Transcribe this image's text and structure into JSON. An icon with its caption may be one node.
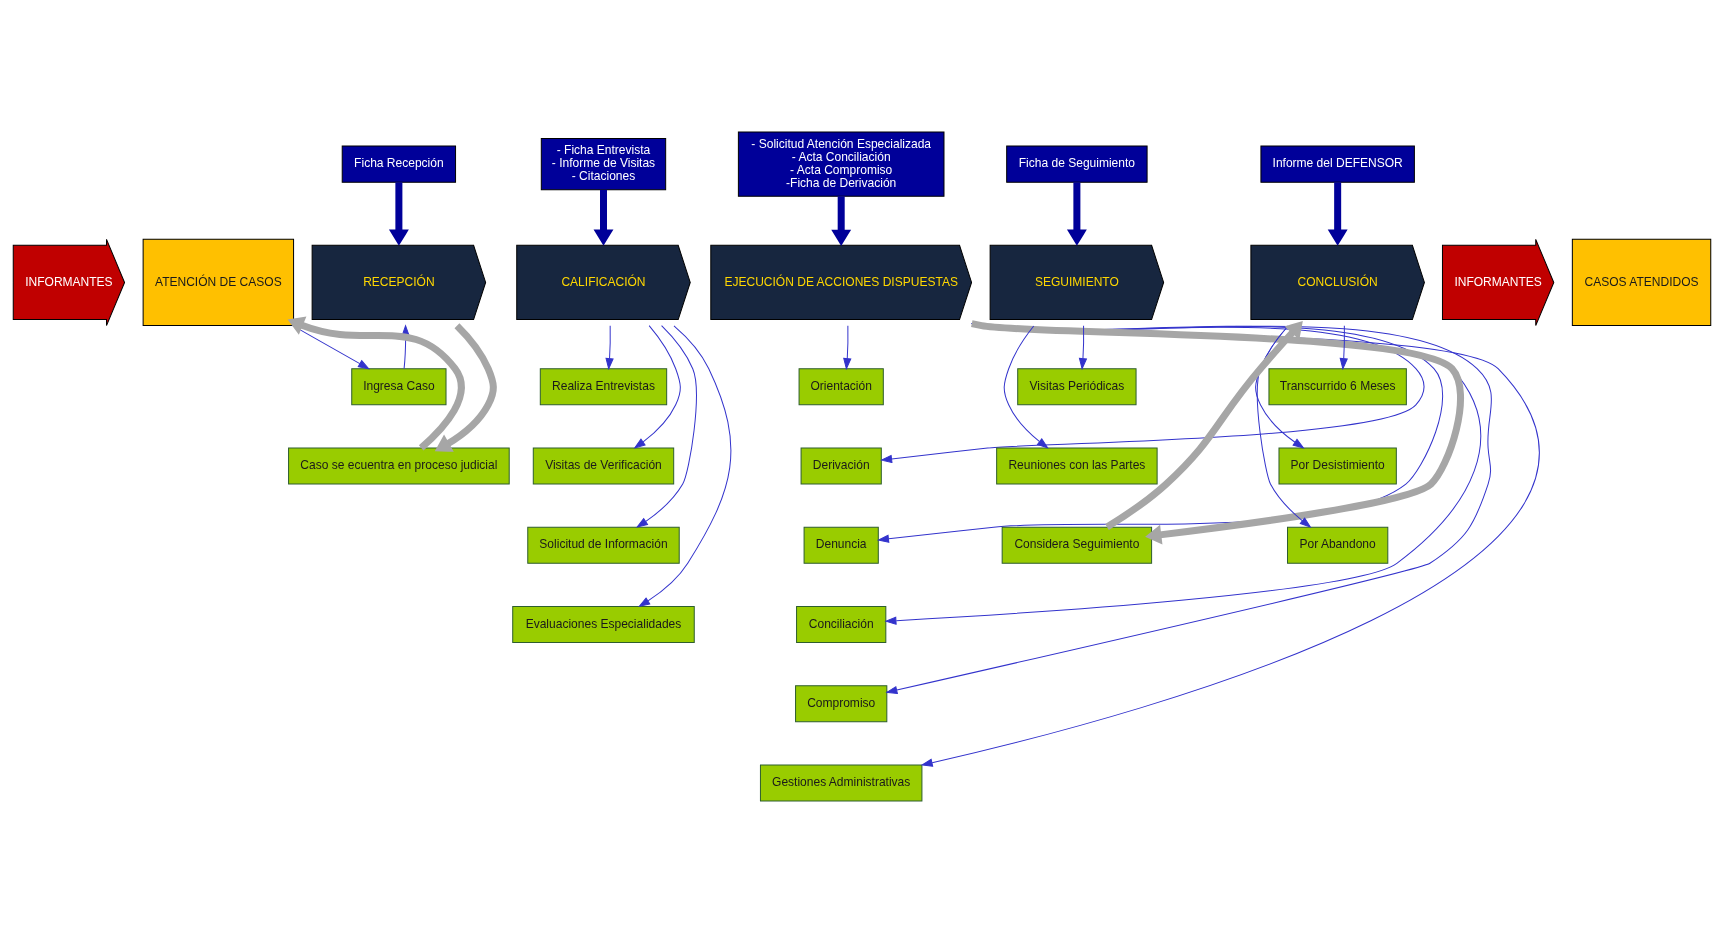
{
  "diagram": {
    "nodes": [
      {
        "text": [
          "INFORMANTES"
        ]
      },
      {
        "text": [
          "ATENCIÓN DE CASOS"
        ]
      },
      {
        "text": [
          "Ficha Recepción"
        ]
      },
      {
        "text": [
          "- Ficha Entrevista",
          "- Informe de Visitas",
          "- Citaciones"
        ]
      },
      {
        "text": [
          "- Solicitud Atención Especializada",
          "- Acta Conciliación",
          "- Acta Compromiso",
          "-Ficha de Derivación"
        ]
      },
      {
        "text": [
          "Ficha de Seguimiento"
        ]
      },
      {
        "text": [
          "Informe del DEFENSOR"
        ]
      },
      {
        "text": [
          "RECEPCIÓN"
        ]
      },
      {
        "text": [
          "CALIFICACIÓN"
        ]
      },
      {
        "text": [
          "EJECUCIÓN DE ACCIONES DISPUESTAS"
        ]
      },
      {
        "text": [
          "SEGUIMIENTO"
        ]
      },
      {
        "text": [
          "CONCLUSIÓN"
        ]
      },
      {
        "text": [
          "INFORMANTES"
        ]
      },
      {
        "text": [
          "CASOS ATENDIDOS"
        ]
      },
      {
        "text": [
          "Ingresa Caso"
        ]
      },
      {
        "text": [
          "Caso se ecuentra en proceso judicial"
        ]
      },
      {
        "text": [
          "Realiza Entrevistas"
        ]
      },
      {
        "text": [
          "Visitas de Verificación"
        ]
      },
      {
        "text": [
          "Solicitud de Información"
        ]
      },
      {
        "text": [
          "Evaluaciones Especialidades"
        ]
      },
      {
        "text": [
          "Orientación"
        ]
      },
      {
        "text": [
          "Derivación"
        ]
      },
      {
        "text": [
          "Denuncia"
        ]
      },
      {
        "text": [
          "Conciliación"
        ]
      },
      {
        "text": [
          "Compromiso"
        ]
      },
      {
        "text": [
          "Gestiones Administrativas"
        ]
      },
      {
        "text": [
          "Visitas Periódicas"
        ]
      },
      {
        "text": [
          "Reuniones con las Partes"
        ]
      },
      {
        "text": [
          "Considera Seguimiento"
        ]
      },
      {
        "text": [
          "Transcurrido 6 Meses"
        ]
      },
      {
        "text": [
          "Por Desistimiento"
        ]
      },
      {
        "text": [
          "Por Abandono"
        ]
      }
    ],
    "edges": [
      {
        "from": 2,
        "to": 7,
        "arrow": "to",
        "style": "thick",
        "color": "#000099"
      },
      {
        "from": 3,
        "to": 8,
        "arrow": "to",
        "style": "thick",
        "color": "#000099"
      },
      {
        "from": 4,
        "to": 9,
        "arrow": "to",
        "style": "thick",
        "color": "#000099"
      },
      {
        "from": 5,
        "to": 10,
        "arrow": "to",
        "style": "thick",
        "color": "#000099"
      },
      {
        "from": 6,
        "to": 11,
        "arrow": "to",
        "style": "thick",
        "color": "#000099"
      },
      {
        "from": 1,
        "to": 14,
        "arrow": "to"
      },
      {
        "from": 14,
        "to": 7,
        "arrow": "to"
      },
      {
        "from": 7,
        "to": 15,
        "arrow": "to",
        "style": "thick",
        "color": "#a6a6a6"
      },
      {
        "from": 15,
        "to": 1,
        "arrow": "to",
        "style": "thick",
        "color": "#a6a6a6"
      },
      {
        "from": 8,
        "to": 16,
        "arrow": "to"
      },
      {
        "from": 8,
        "to": 17,
        "arrow": "to"
      },
      {
        "from": 8,
        "to": 18,
        "arrow": "to"
      },
      {
        "from": 8,
        "to": 19,
        "arrow": "to"
      },
      {
        "from": 9,
        "to": 20,
        "arrow": "to"
      },
      {
        "from": 9,
        "to": 21,
        "arrow": "to"
      },
      {
        "from": 9,
        "to": 22,
        "arrow": "to"
      },
      {
        "from": 9,
        "to": 23,
        "arrow": "to"
      },
      {
        "from": 9,
        "to": 24,
        "arrow": "to"
      },
      {
        "from": 9,
        "to": 25,
        "arrow": "to"
      },
      {
        "from": 9,
        "to": 28,
        "arrow": "to",
        "style": "thick",
        "color": "#a6a6a6"
      },
      {
        "from": 10,
        "to": 26,
        "arrow": "to"
      },
      {
        "from": 10,
        "to": 27,
        "arrow": "to"
      },
      {
        "from": 28,
        "to": 11,
        "arrow": "to",
        "style": "thick",
        "color": "#a6a6a6"
      },
      {
        "from": 11,
        "to": 29,
        "arrow": "to"
      },
      {
        "from": 11,
        "to": 30,
        "arrow": "to"
      },
      {
        "from": 11,
        "to": 31,
        "arrow": "to"
      }
    ]
  }
}
